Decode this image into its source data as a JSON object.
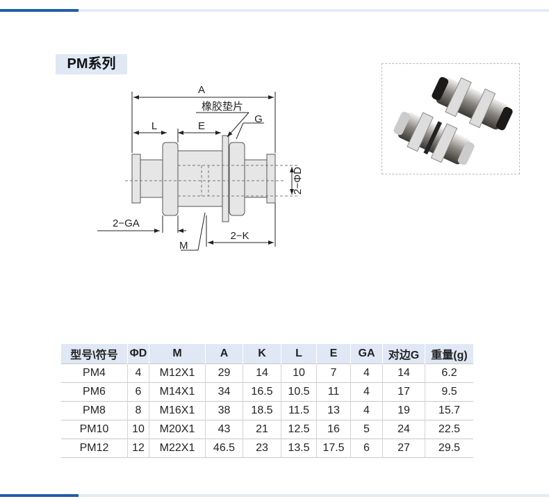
{
  "title": "PM系列",
  "colors": {
    "accent": "#1f5ea8",
    "light": "#dfe8f4"
  },
  "diagram": {
    "labels": {
      "A": "A",
      "gasket": "橡胶垫片",
      "L": "L",
      "E": "E",
      "G": "G",
      "D": "2−ΦD",
      "GA": "2−GA",
      "M": "M",
      "K": "2−K"
    }
  },
  "table": {
    "headers": [
      "型号\\符号",
      "ΦD",
      "M",
      "A",
      "K",
      "L",
      "E",
      "GA",
      "对边G",
      "重量(g)"
    ],
    "rows": [
      [
        "PM4",
        "4",
        "M12X1",
        "29",
        "14",
        "10",
        "7",
        "4",
        "14",
        "6.2"
      ],
      [
        "PM6",
        "6",
        "M14X1",
        "34",
        "16.5",
        "10.5",
        "11",
        "4",
        "17",
        "9.5"
      ],
      [
        "PM8",
        "8",
        "M16X1",
        "38",
        "18.5",
        "11.5",
        "13",
        "4",
        "19",
        "15.7"
      ],
      [
        "PM10",
        "10",
        "M20X1",
        "43",
        "21",
        "12.5",
        "16",
        "5",
        "24",
        "22.5"
      ],
      [
        "PM12",
        "12",
        "M22X1",
        "46.5",
        "23",
        "13.5",
        "17.5",
        "6",
        "27",
        "29.5"
      ]
    ]
  }
}
